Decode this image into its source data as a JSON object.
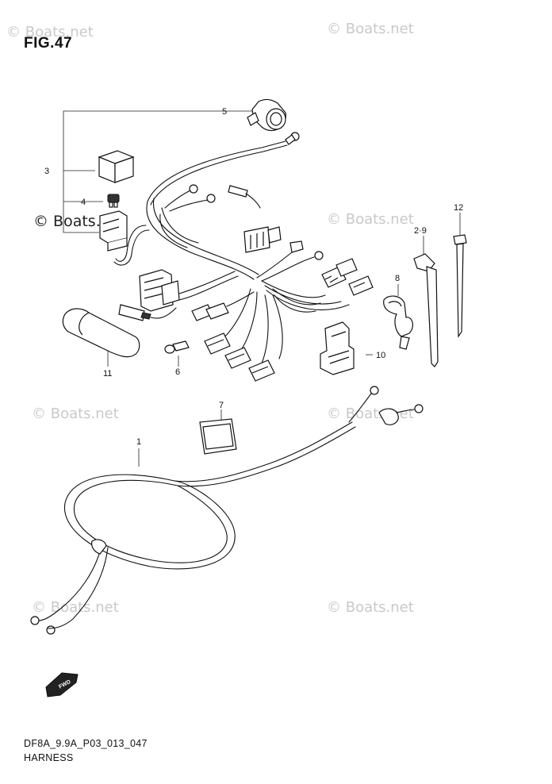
{
  "figure": {
    "title": "FIG.47",
    "code": "DF8A_9.9A_P03_013_047",
    "name": "HARNESS"
  },
  "watermark": {
    "text": "© Boats.net"
  },
  "callouts": {
    "p1": "1",
    "p3": "3",
    "p4": "4",
    "p5": "5",
    "p6": "6",
    "p7": "7",
    "p8": "8",
    "p10": "10",
    "p11": "11",
    "p12": "12",
    "p29": "2·9"
  },
  "icons": {
    "direction": "FWD"
  }
}
